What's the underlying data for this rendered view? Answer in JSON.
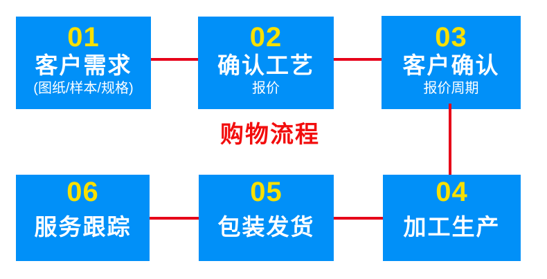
{
  "title": "购物流程",
  "colors": {
    "box_blue": "#0190f8",
    "connector_red": "#e60019",
    "title_red": "#f20d0d",
    "number_yellow": "#f8e000",
    "text_white": "#ffffff"
  },
  "steps": [
    {
      "number": "01",
      "title": "客户需求",
      "subtitle": "(图纸/样本/规格)"
    },
    {
      "number": "02",
      "title": "确认工艺",
      "subtitle": "报价"
    },
    {
      "number": "03",
      "title": "客户确认",
      "subtitle": "报价周期"
    },
    {
      "number": "04",
      "title": "加工生产",
      "subtitle": ""
    },
    {
      "number": "05",
      "title": "包装发货",
      "subtitle": ""
    },
    {
      "number": "06",
      "title": "服务跟踪",
      "subtitle": ""
    }
  ]
}
